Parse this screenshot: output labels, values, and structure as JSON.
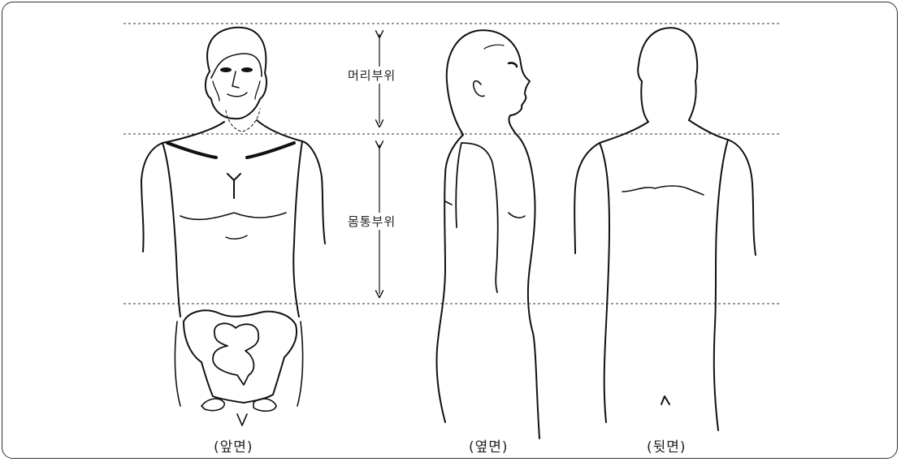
{
  "regions": {
    "head": "머리부위",
    "torso": "몸통부위"
  },
  "views": {
    "front": "(앞면)",
    "side": "(옆면)",
    "back": "(뒷면)"
  },
  "colors": {
    "line": "#111111",
    "dashed": "#333333",
    "frame": "#333333"
  }
}
